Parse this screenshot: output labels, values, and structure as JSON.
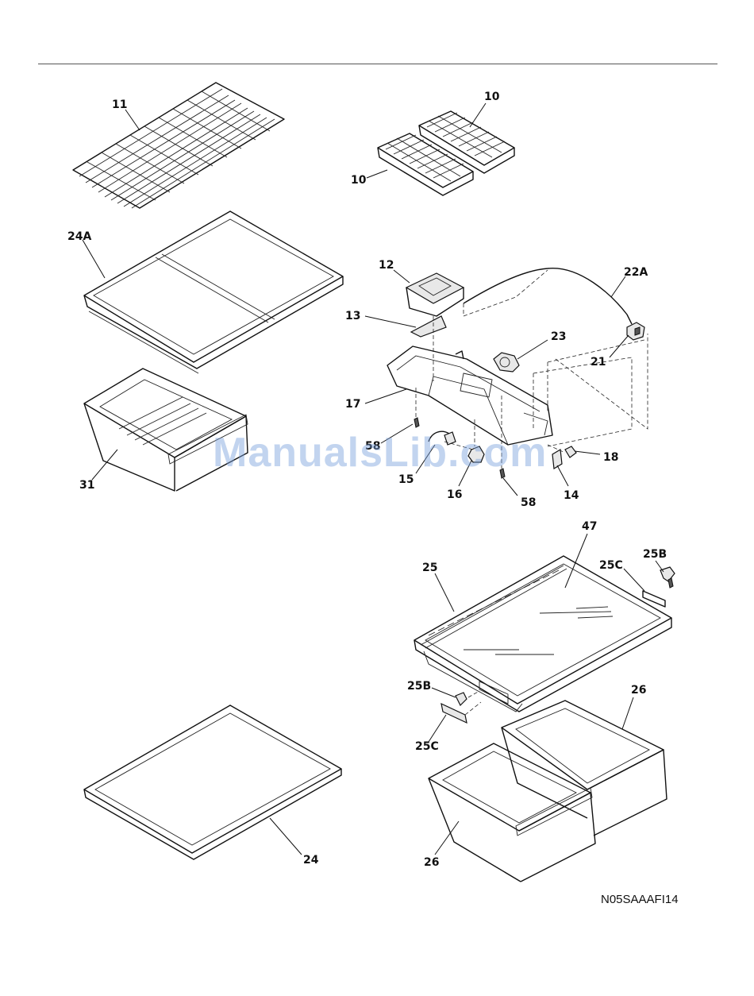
{
  "diagram": {
    "callouts": {
      "c11": "11",
      "c10a": "10",
      "c10b": "10",
      "c24a": "24A",
      "c12": "12",
      "c22a": "22A",
      "c13": "13",
      "c23": "23",
      "c21": "21",
      "c17": "17",
      "c58a": "58",
      "c15": "15",
      "c16": "16",
      "c58b": "58",
      "c14": "14",
      "c18": "18",
      "c31": "31",
      "c47": "47",
      "c25": "25",
      "c25b_top": "25B",
      "c25c_top": "25C",
      "c25b_left": "25B",
      "c25c_left": "25C",
      "c26a": "26",
      "c26b": "26",
      "c24": "24"
    }
  },
  "watermark": "ManualsLib.com",
  "drawing_code": "N05SAAAFI14"
}
